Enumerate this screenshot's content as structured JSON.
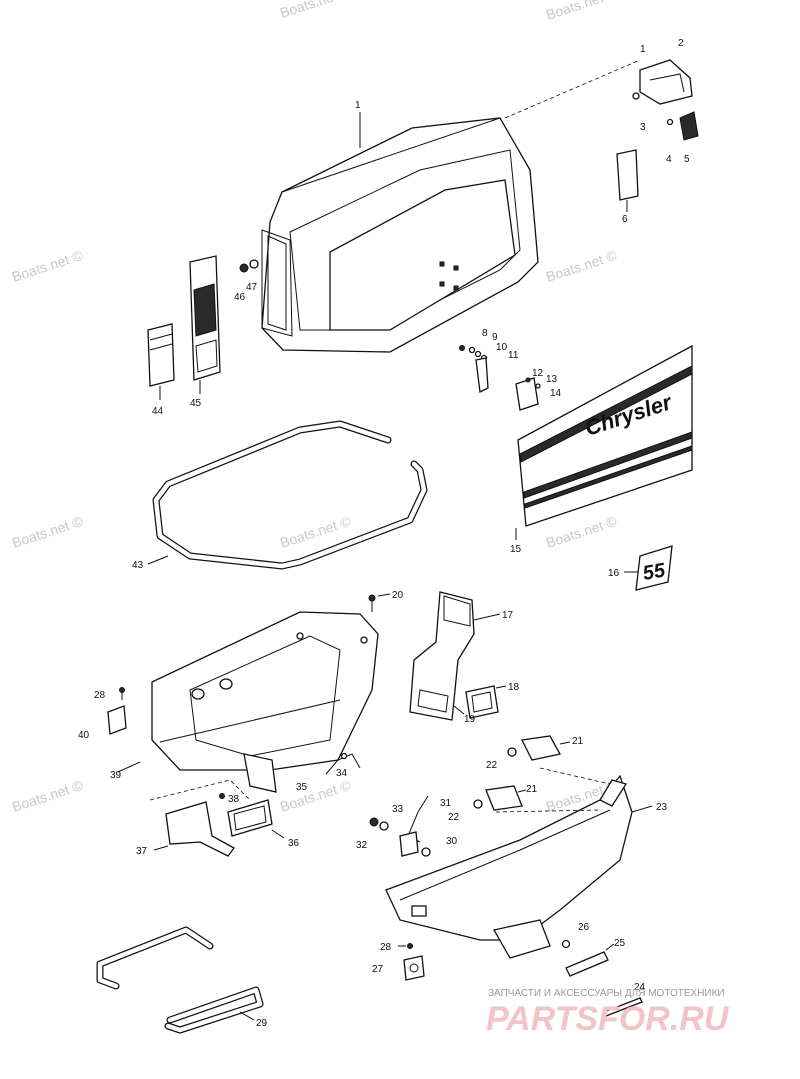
{
  "watermark": "Boats.net ©",
  "decal_brand": "Chrysler",
  "decal_number": "55",
  "footer": {
    "tagline": "ЗАПЧАСТИ И АКСЕССУАРЫ ДЛЯ МОТОТЕХНИКИ",
    "logo": "PARTSFOR.RU"
  },
  "callouts": {
    "c1a": "1",
    "c1b": "1",
    "c2": "2",
    "c3": "3",
    "c4": "4",
    "c5": "5",
    "c6": "6",
    "c8": "8",
    "c9": "9",
    "c10": "10",
    "c11": "11",
    "c12": "12",
    "c13": "13",
    "c14": "14",
    "c15": "15",
    "c16": "16",
    "c17": "17",
    "c18": "18",
    "c19": "19",
    "c20": "20",
    "c21a": "21",
    "c21b": "21",
    "c22a": "22",
    "c22b": "22",
    "c23": "23",
    "c24": "24",
    "c25": "25",
    "c26": "26",
    "c27": "27",
    "c28a": "28",
    "c28b": "28",
    "c29": "29",
    "c30": "30",
    "c31": "31",
    "c32": "32",
    "c33": "33",
    "c34": "34",
    "c35": "35",
    "c36": "36",
    "c37": "37",
    "c38": "38",
    "c39": "39",
    "c40": "40",
    "c43": "43",
    "c44": "44",
    "c45": "45",
    "c46": "46",
    "c47": "47"
  }
}
